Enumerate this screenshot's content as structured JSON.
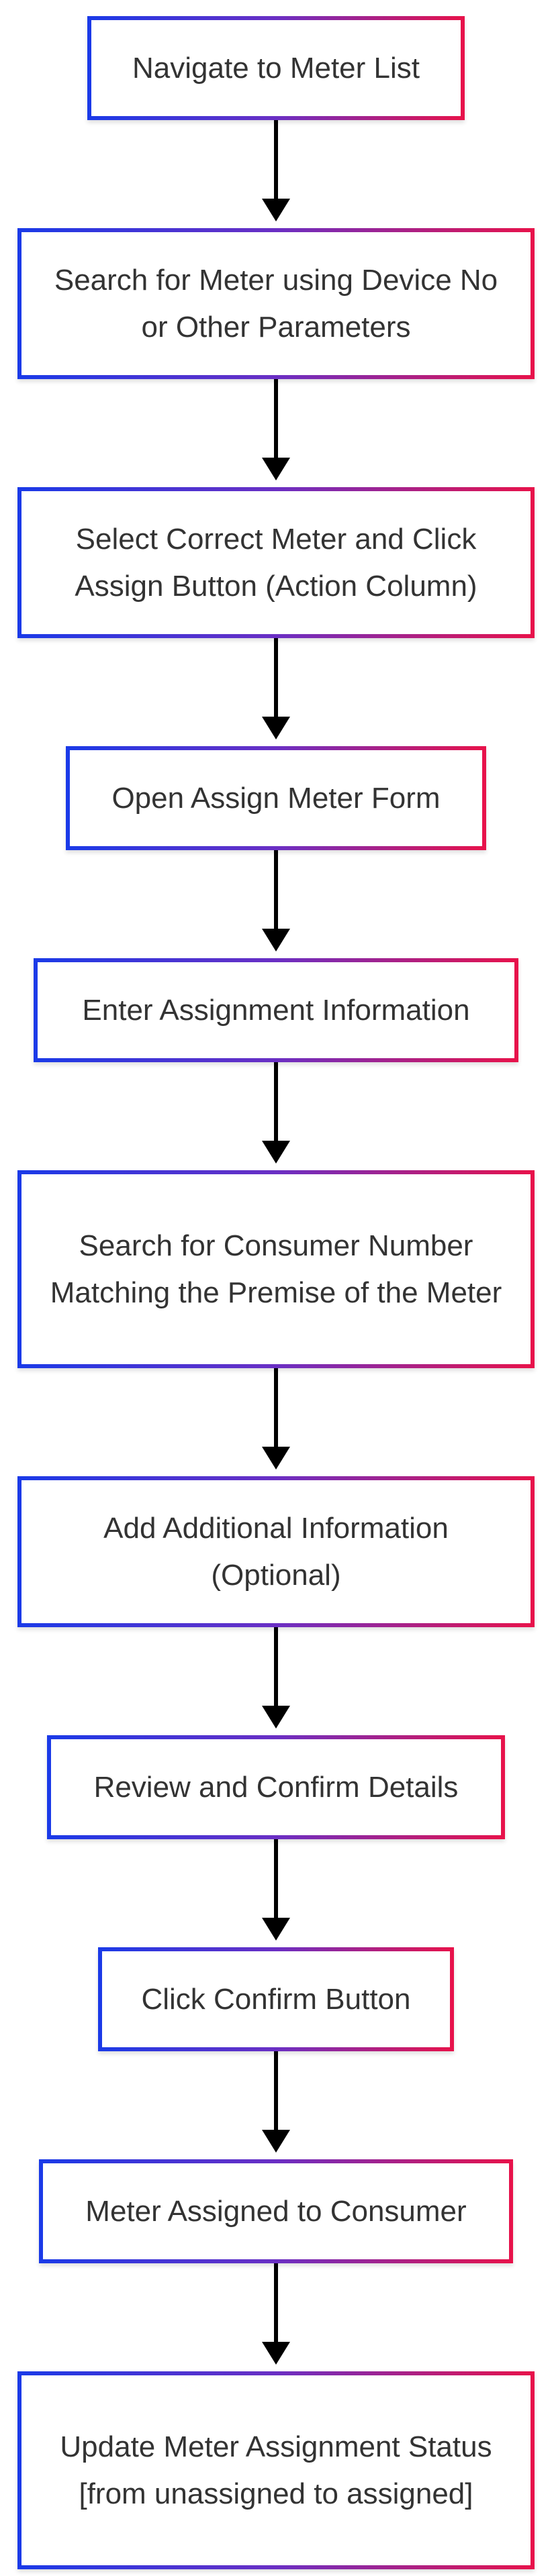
{
  "flowchart": {
    "steps": [
      "Navigate to Meter List",
      "Search for Meter using Device No or Other Parameters",
      "Select Correct Meter and Click Assign Button (Action Column)",
      "Open Assign Meter Form",
      "Enter Assignment Information",
      "Search for Consumer Number Matching the Premise of the Meter",
      "Add Additional Information (Optional)",
      "Review and Confirm Details",
      "Click Confirm Button",
      "Meter Assigned to Consumer",
      "Update Meter Assignment Status [from unassigned to assigned]"
    ]
  },
  "colors": {
    "border_start": "#1a3ae8",
    "border_end": "#e8124a",
    "text": "#333333",
    "arrow": "#000000"
  }
}
